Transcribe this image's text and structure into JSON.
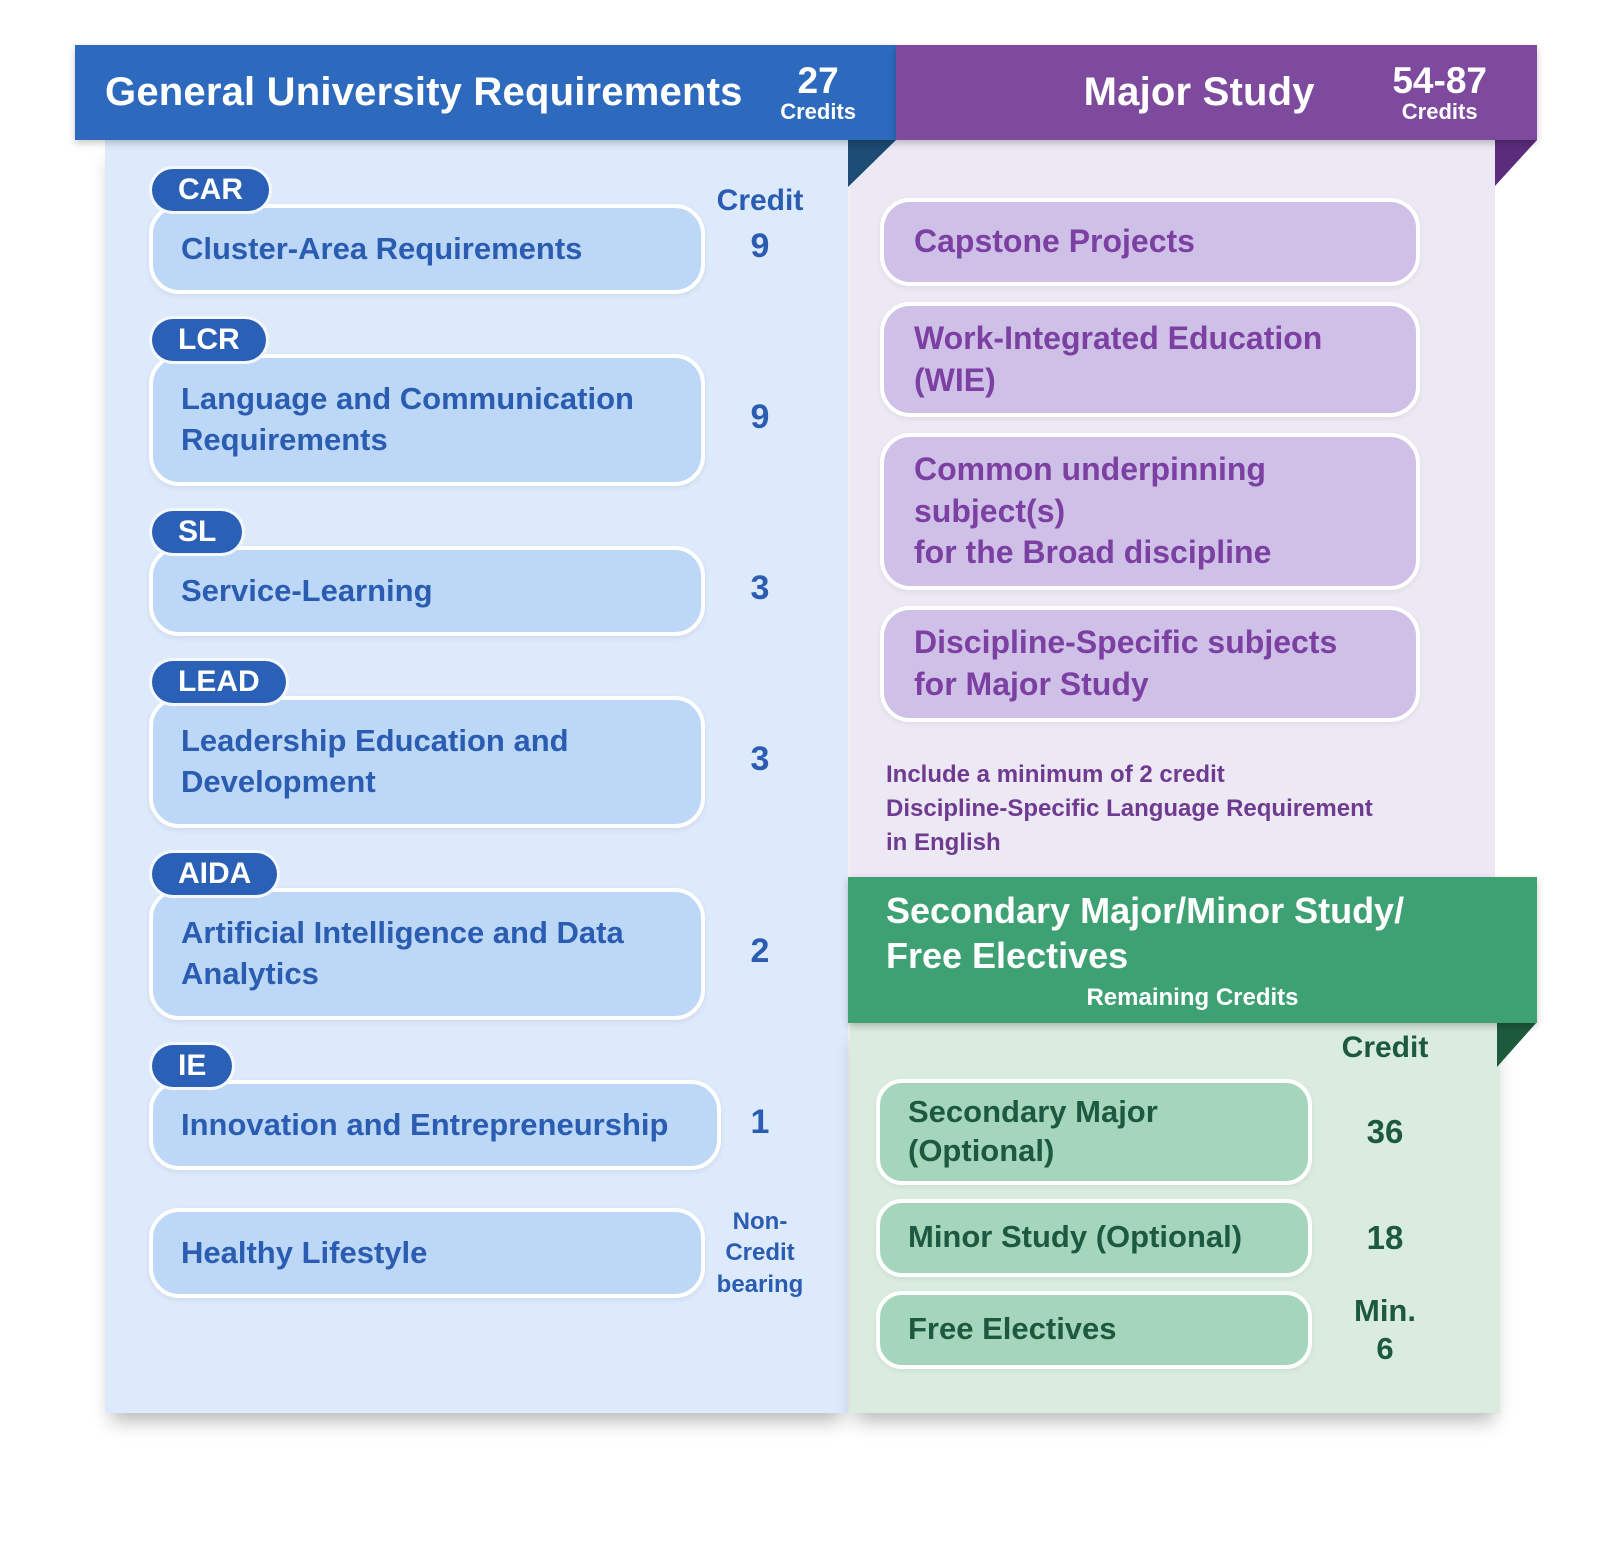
{
  "gur": {
    "title": "General University Requirements",
    "credits_value": "27",
    "credits_label": "Credits",
    "column_header": "Credit",
    "items": [
      {
        "badge": "CAR",
        "label": "Cluster-Area Requirements",
        "credit": "9"
      },
      {
        "badge": "LCR",
        "label": "Language and Communication\nRequirements",
        "credit": "9"
      },
      {
        "badge": "SL",
        "label": "Service-Learning",
        "credit": "3"
      },
      {
        "badge": "LEAD",
        "label": "Leadership Education and\nDevelopment",
        "credit": "3"
      },
      {
        "badge": "AIDA",
        "label": "Artificial Intelligence and Data\nAnalytics",
        "credit": "2"
      },
      {
        "badge": "IE",
        "label": "Innovation and Entrepreneurship",
        "credit": "1"
      },
      {
        "badge": "",
        "label": "Healthy Lifestyle",
        "credit": "Non-\nCredit\nbearing"
      }
    ]
  },
  "major": {
    "title": "Major Study",
    "credits_value": "54-87",
    "credits_label": "Credits",
    "items": [
      {
        "label": "Capstone Projects"
      },
      {
        "label": "Work-Integrated Education (WIE)"
      },
      {
        "label": "Common underpinning subject(s)\nfor the Broad discipline"
      },
      {
        "label": "Discipline-Specific subjects\nfor Major Study"
      }
    ],
    "note": "Include a minimum of 2 credit\nDiscipline-Specific Language Requirement\nin English"
  },
  "secondary": {
    "title_line1": "Secondary Major/Minor Study/",
    "title_line2": "Free Electives",
    "subtitle": "Remaining Credits",
    "column_header": "Credit",
    "items": [
      {
        "label": "Secondary Major (Optional)",
        "credit": "36"
      },
      {
        "label": "Minor Study (Optional)",
        "credit": "18"
      },
      {
        "label": "Free Electives",
        "credit": "Min.\n6"
      }
    ]
  },
  "colors": {
    "blue-header": "#2d69bd",
    "blue-badge": "#2a61b6",
    "blue-fold": "#1c4b73",
    "blue-panel": "#ddeafc",
    "blue-card": "#bdd8f6",
    "blue-text": "#2a5cb2",
    "purple-header": "#7d4a9d",
    "purple-fold": "#5c2c7c",
    "purple-panel": "#ece8f4",
    "purple-card": "#cfc0e7",
    "purple-text": "#7c3fa2",
    "purple-note": "#6e3b90",
    "green-header": "#3ea173",
    "green-fold": "#1d5a3b",
    "green-panel": "#d9ecdf",
    "green-card": "#a5d6bb",
    "green-text": "#1c5940",
    "header-text": "#ffffff"
  }
}
